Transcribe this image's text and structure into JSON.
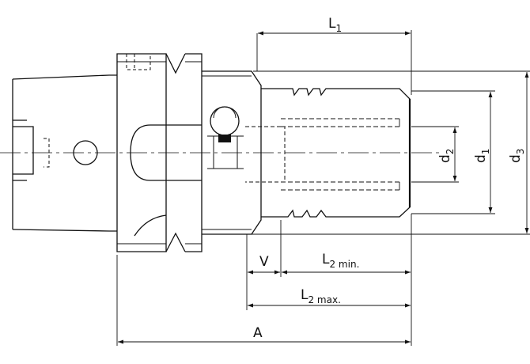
{
  "labels": {
    "L1": {
      "main": "L",
      "sub": "1"
    },
    "d1": {
      "main": "d",
      "sub": "1"
    },
    "d2": {
      "main": "d",
      "sub": "2"
    },
    "d3": {
      "main": "d",
      "sub": "3"
    },
    "V": "V",
    "L2min": {
      "main": "L",
      "sub": "2 min."
    },
    "L2max": {
      "main": "L",
      "sub": "2 max."
    },
    "A": "A"
  }
}
